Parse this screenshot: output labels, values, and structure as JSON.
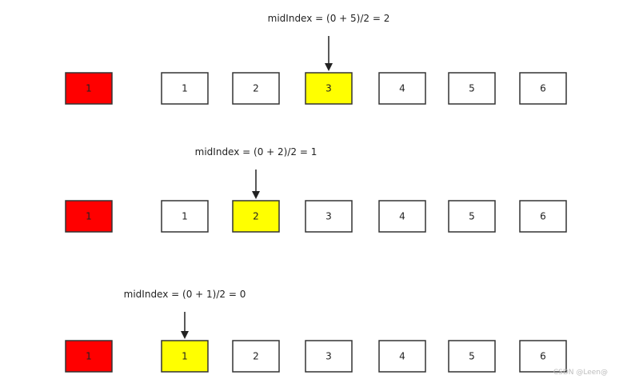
{
  "diagram": {
    "colors": {
      "target": "#ff0000",
      "mid": "#ffff00",
      "default": "#ffffff",
      "stroke": "#333333",
      "arrow": "#222222"
    },
    "rows": [
      {
        "formula": "midIndex = (0 + 5)/2 = 2",
        "target": "1",
        "cells": [
          "1",
          "2",
          "3",
          "4",
          "5",
          "6"
        ],
        "mid_index": 2
      },
      {
        "formula": "midIndex = (0 + 2)/2 = 1",
        "target": "1",
        "cells": [
          "1",
          "2",
          "3",
          "4",
          "5",
          "6"
        ],
        "mid_index": 1
      },
      {
        "formula": "midIndex = (0 + 1)/2 = 0",
        "target": "1",
        "cells": [
          "1",
          "2",
          "3",
          "4",
          "5",
          "6"
        ],
        "mid_index": 0
      }
    ]
  },
  "watermark": "CSDN @Leen@"
}
